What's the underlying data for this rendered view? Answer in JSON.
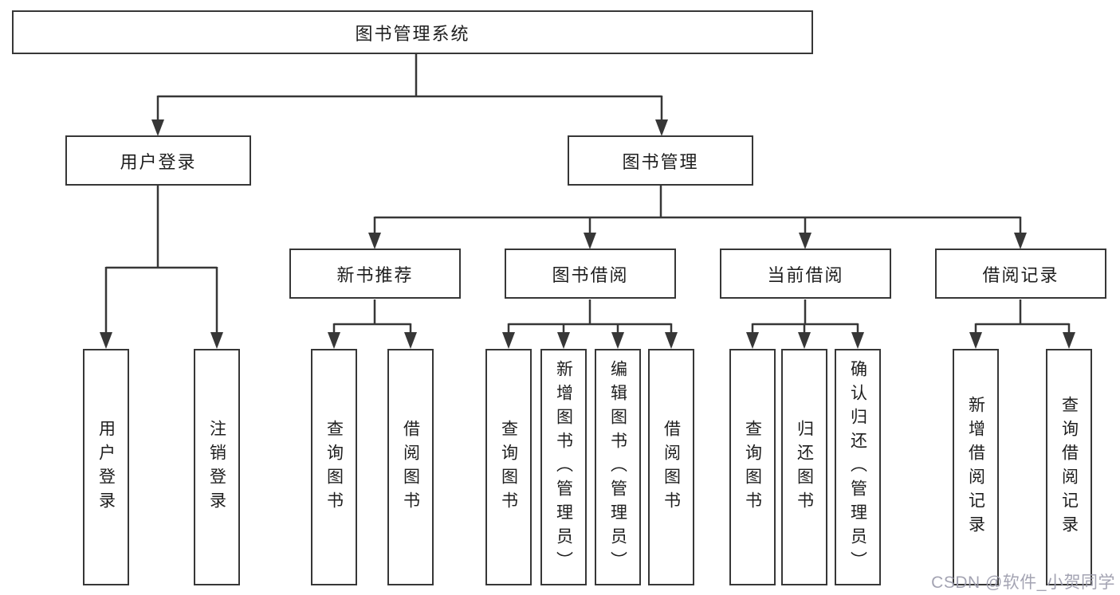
{
  "diagram": {
    "root": "图书管理系统",
    "level2": [
      {
        "label": "用户登录",
        "children": [
          "用户登录",
          "注销登录"
        ]
      },
      {
        "label": "图书管理",
        "children": [
          {
            "label": "新书推荐",
            "children": [
              "查询图书",
              "借阅图书"
            ]
          },
          {
            "label": "图书借阅",
            "children": [
              "查询图书",
              "新增图书（管理员）",
              "编辑图书（管理员）",
              "借阅图书"
            ]
          },
          {
            "label": "当前借阅",
            "children": [
              "查询图书",
              "归还图书",
              "确认归还（管理员）"
            ]
          },
          {
            "label": "借阅记录",
            "children": [
              "新增借阅记录",
              "查询借阅记录"
            ]
          }
        ]
      }
    ]
  },
  "watermark": {
    "text": "CSDN @软件_小贺同学"
  },
  "colors": {
    "line": "#373737",
    "text": "#1e1e1e",
    "background": "#ffffff",
    "watermark": "#9c9cac"
  }
}
